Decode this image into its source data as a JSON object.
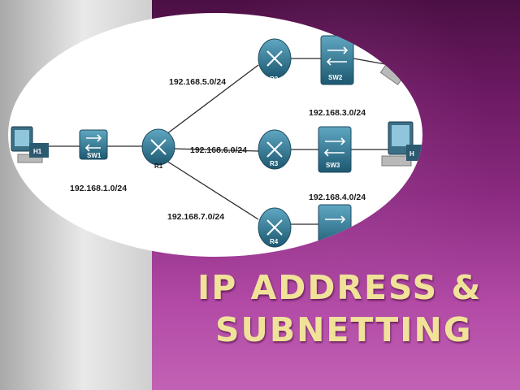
{
  "slide": {
    "title_line1": "IP ADDRESS &",
    "title_line2": "SUBNETTING",
    "colors": {
      "left_panel": "#d8d8d8",
      "right_panel": "#8a2a80",
      "title": "#f1e29a",
      "device": "#2a6d86"
    }
  },
  "diagram": {
    "devices": {
      "h1": "H1",
      "sw1": "SW1",
      "r1": "R1",
      "r2": "R2",
      "r3": "R3",
      "r4": "R4",
      "sw2": "SW2",
      "sw3": "SW3",
      "h_right": "H"
    },
    "networks": {
      "net_1": "192.168.1.0/24",
      "net_5": "192.168.5.0/24",
      "net_6": "192.168.6.0/24",
      "net_7": "192.168.7.0/24",
      "net_3": "192.168.3.0/24",
      "net_4": "192.168.4.0/24"
    }
  }
}
